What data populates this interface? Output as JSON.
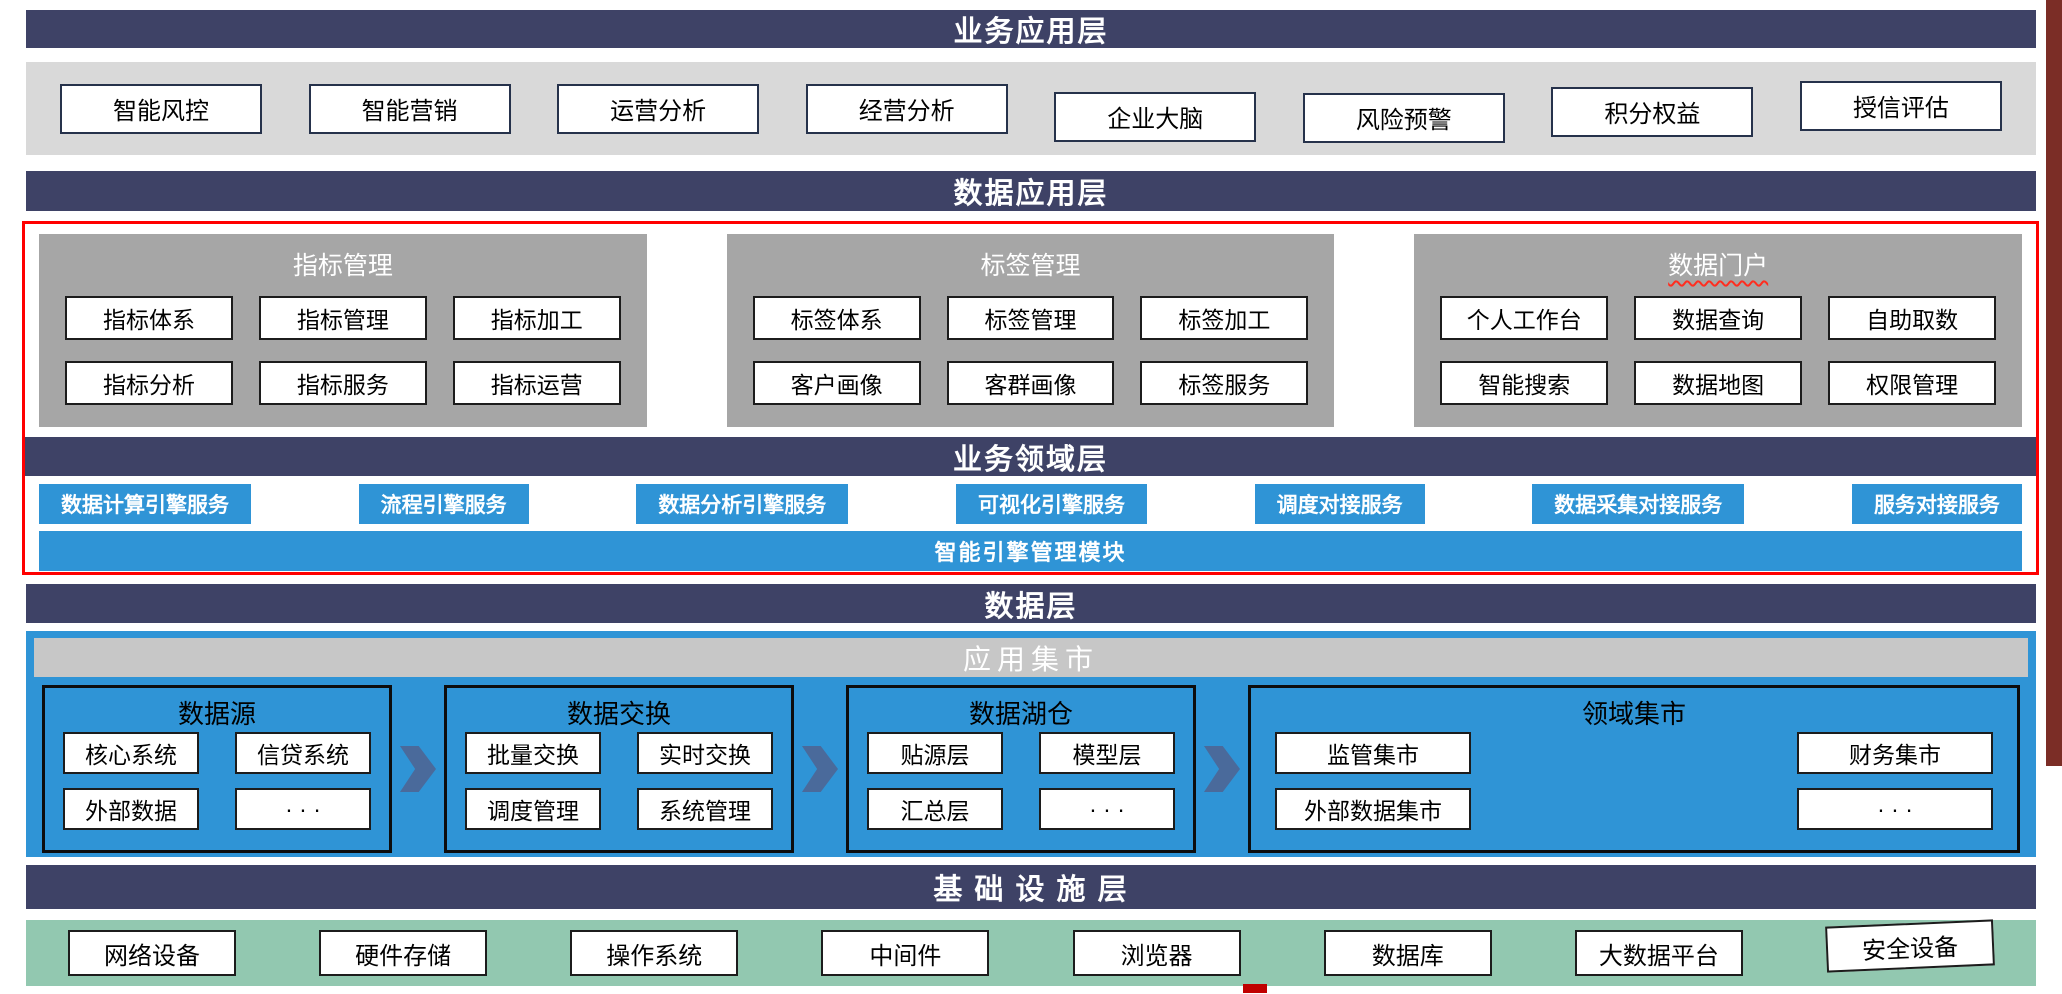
{
  "layers": {
    "business_app": {
      "title": "业务应用层",
      "items": [
        "智能风控",
        "智能营销",
        "运营分析",
        "经营分析",
        "企业大脑",
        "风险预警",
        "积分权益",
        "授信评估"
      ]
    },
    "data_app": {
      "title": "数据应用层",
      "panels": [
        {
          "title": "指标管理",
          "items": [
            "指标体系",
            "指标管理",
            "指标加工",
            "指标分析",
            "指标服务",
            "指标运营"
          ]
        },
        {
          "title": "标签管理",
          "items": [
            "标签体系",
            "标签管理",
            "标签加工",
            "客户画像",
            "客群画像",
            "标签服务"
          ]
        },
        {
          "title": "数据门户",
          "items": [
            "个人工作台",
            "数据查询",
            "自助取数",
            "智能搜索",
            "数据地图",
            "权限管理"
          ]
        }
      ]
    },
    "business_domain": {
      "title": "业务领域层",
      "services": [
        "数据计算引擎服务",
        "流程引擎服务",
        "数据分析引擎服务",
        "可视化引擎服务",
        "调度对接服务",
        "数据采集对接服务",
        "服务对接服务"
      ],
      "engine_bar": "智能引擎管理模块"
    },
    "data_layer": {
      "title": "数据层",
      "mart_title": "应用集市",
      "panels": [
        {
          "title": "数据源",
          "items": [
            "核心系统",
            "信贷系统",
            "外部数据",
            "· · ·"
          ]
        },
        {
          "title": "数据交换",
          "items": [
            "批量交换",
            "实时交换",
            "调度管理",
            "系统管理"
          ]
        },
        {
          "title": "数据湖仓",
          "items": [
            "贴源层",
            "模型层",
            "汇总层",
            "· · ·"
          ]
        },
        {
          "title": "领域集市",
          "items": [
            "监管集市",
            "财务集市",
            "外部数据集市",
            "· · ·"
          ]
        }
      ]
    },
    "infrastructure": {
      "title": "基 础 设 施 层",
      "items": [
        "网络设备",
        "硬件存储",
        "操作系统",
        "中间件",
        "浏览器",
        "数据库",
        "大数据平台",
        "安全设备"
      ]
    }
  },
  "colors": {
    "layer_header": "#3e4266",
    "band_gray": "#d9d9d9",
    "panel_gray": "#a6a6a6",
    "accent_blue": "#2f94d6",
    "mart_band_gray": "#c7c7c7",
    "infra_green": "#92c8b0",
    "highlight_red": "#ff0000",
    "arrow_blue": "#4a6a9b",
    "side_strip_red": "#7b2d26"
  }
}
